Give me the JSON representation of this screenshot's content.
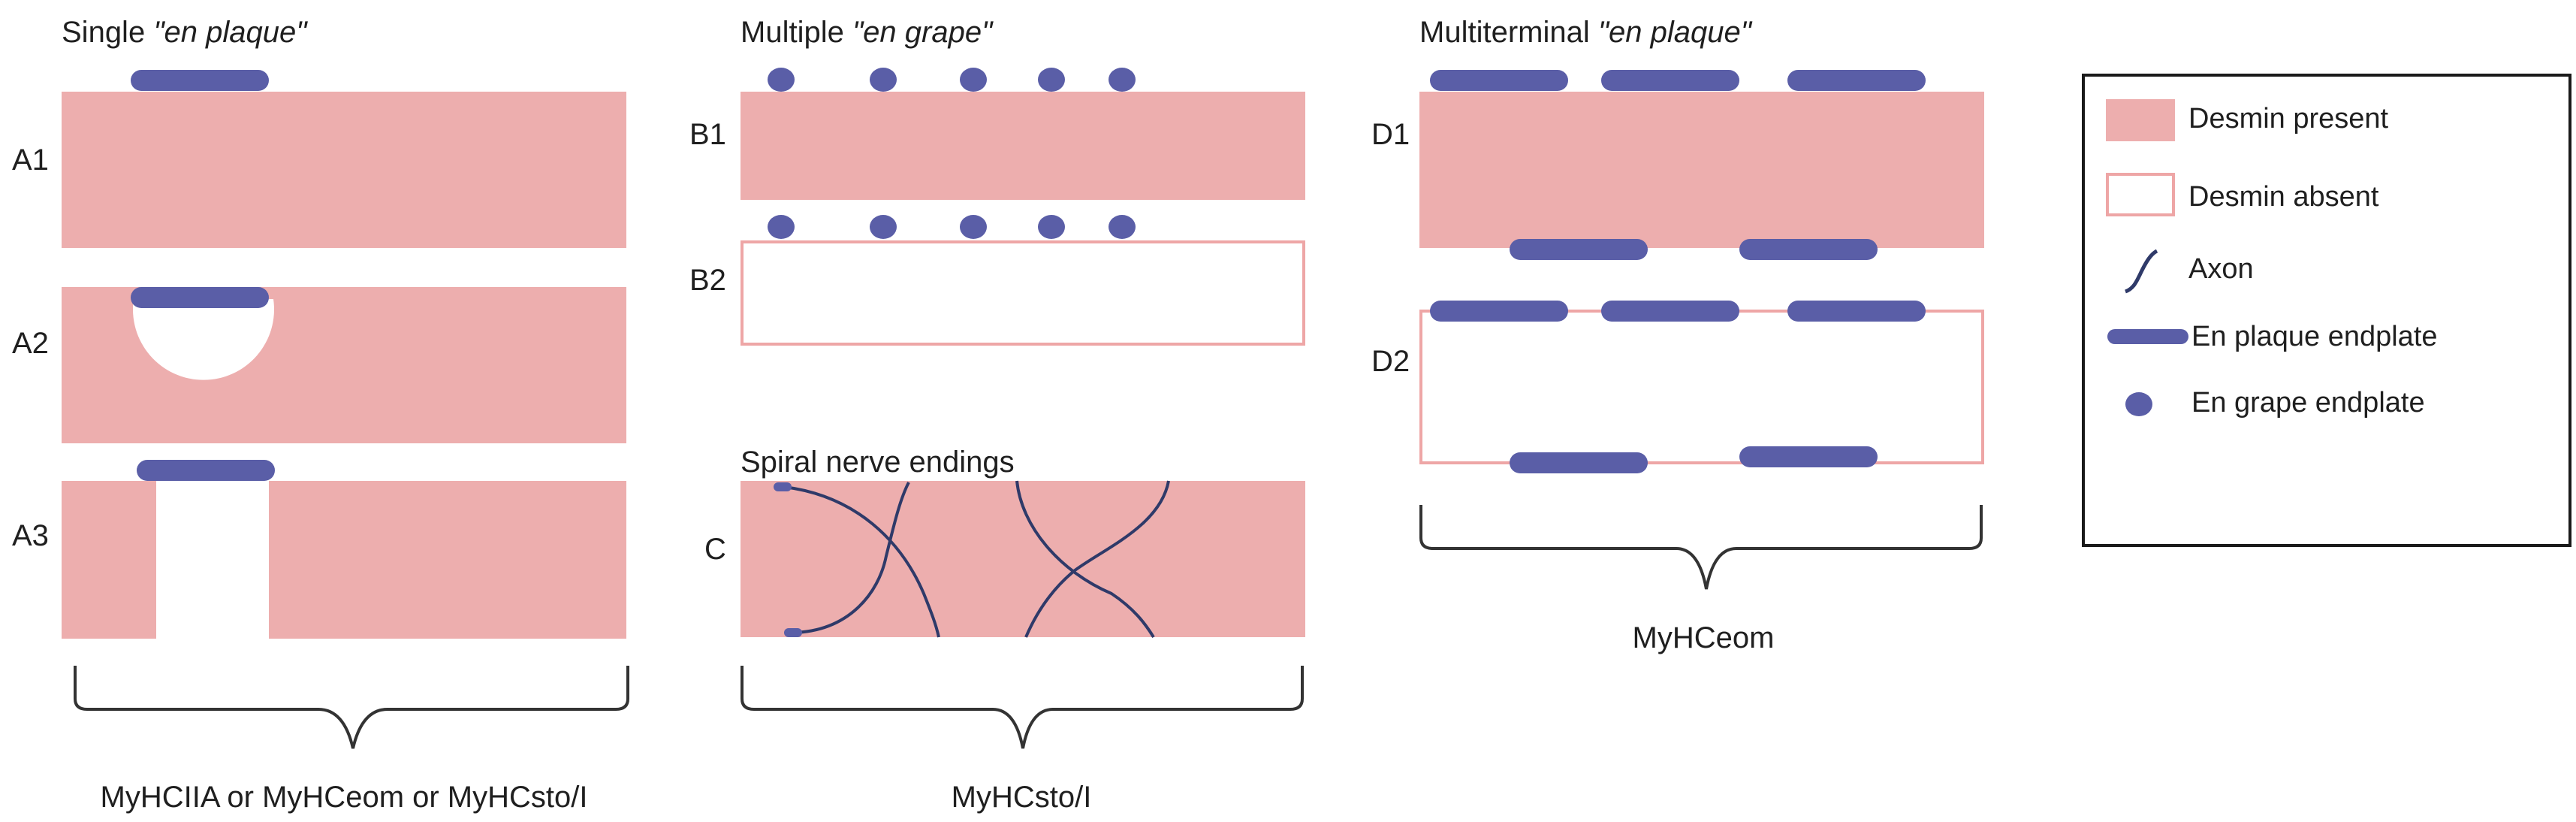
{
  "colors": {
    "desmin": "#edaeae",
    "desmin_stroke": "#eea6a6",
    "endplate": "#5a5ea7",
    "axon": "#2f3a69",
    "bracket": "#333333",
    "text": "#1f1f1f"
  },
  "panels": {
    "single": {
      "title_plain": "Single ",
      "title_italic": "\"en plaque\"",
      "rows": [
        "A1",
        "A2",
        "A3"
      ],
      "caption": "MyHCIIA or MyHCeom or MyHCsto/I"
    },
    "multiple": {
      "title_plain": "Multiple ",
      "title_italic": "\"en grape\"",
      "rows": [
        "B1",
        "B2"
      ],
      "spiral_title": "Spiral nerve endings",
      "spiral_row": "C",
      "caption": "MyHCsto/I"
    },
    "multiterminal": {
      "title_plain": "Multiterminal ",
      "title_italic": "\"en plaque\"",
      "rows": [
        "D1",
        "D2"
      ],
      "caption": "MyHCeom"
    }
  },
  "legend": {
    "items": [
      {
        "label": "Desmin present",
        "icon": "desmin-present-icon"
      },
      {
        "label": "Desmin absent",
        "icon": "desmin-absent-icon"
      },
      {
        "label": "Axon",
        "icon": "axon-icon"
      },
      {
        "label": "En plaque endplate",
        "icon": "en-plaque-icon"
      },
      {
        "label": "En grape endplate",
        "icon": "en-grape-icon"
      }
    ]
  }
}
